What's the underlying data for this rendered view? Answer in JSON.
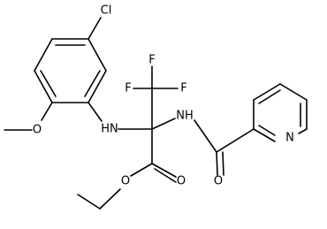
{
  "atoms": {
    "cl": "Cl",
    "o_methoxy": "O",
    "nh_aryl": "HN",
    "nh_amide": "NH",
    "f_top_left": "F",
    "f_top_right": "F",
    "f_right": "F",
    "o_ester": "O",
    "o_carbonyl_ester": "O",
    "o_amide": "O",
    "n_pyridine": "N"
  }
}
